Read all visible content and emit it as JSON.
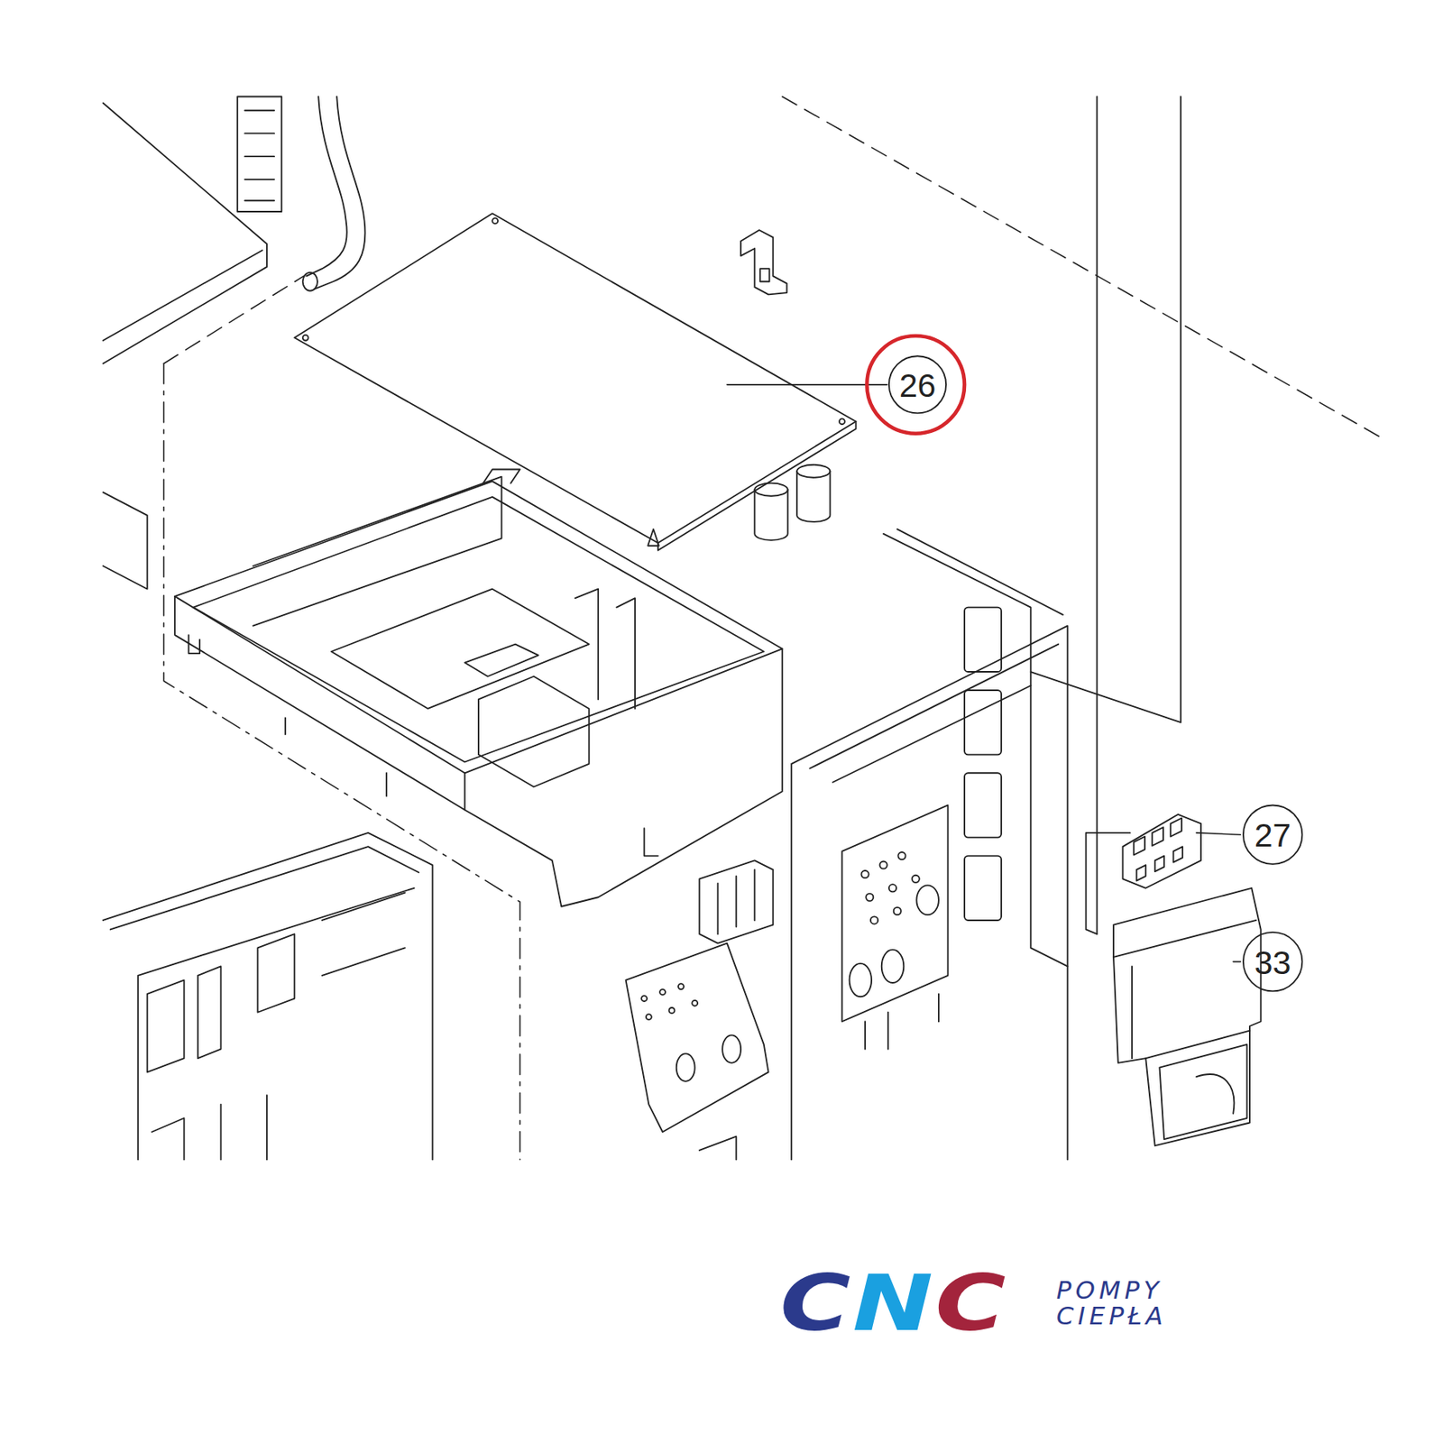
{
  "diagram": {
    "labels": [
      "26",
      "27",
      "33",
      "CNC",
      "POMPY CIEPŁA"
    ]
  }
}
